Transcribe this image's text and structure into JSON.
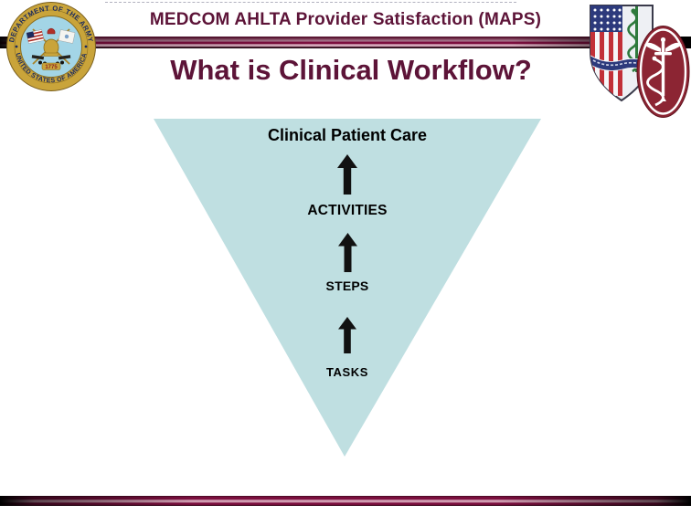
{
  "slide": {
    "header": "MEDCOM AHLTA Provider Satisfaction (MAPS)",
    "title": "What is Clinical Workflow?"
  },
  "funnel": {
    "type": "inverted-triangle",
    "fill_color": "#bfdfe1",
    "levels": [
      {
        "label": "Clinical Patient Care"
      },
      {
        "label": "ACTIVITIES"
      },
      {
        "label": "STEPS"
      },
      {
        "label": "TASKS"
      }
    ]
  },
  "logos": {
    "army_seal": {
      "ring_top": "DEPARTMENT OF THE ARMY",
      "ring_bottom": "UNITED STATES OF AMERICA",
      "year": "1775"
    }
  },
  "colors": {
    "heading_maroon": "#5d1438",
    "bar_maroon": "#7c0e3e",
    "bar_pink": "#cf9bb0",
    "triangle_blue": "#bfdfe1",
    "oval_maroon": "#8c2533"
  }
}
